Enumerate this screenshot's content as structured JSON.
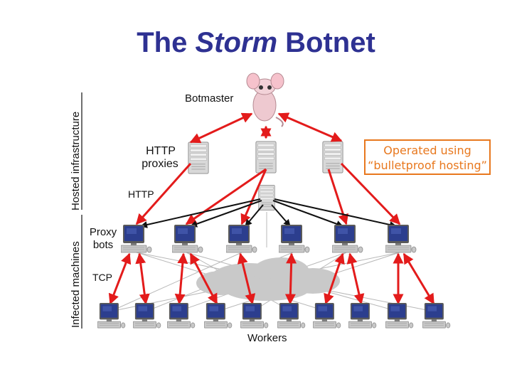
{
  "title": {
    "prefix": "The",
    "italic": "Storm",
    "suffix": "Botnet"
  },
  "labels": {
    "botmaster": "Botmaster",
    "http_proxies_line1": "HTTP",
    "http_proxies_line2": "proxies",
    "http": "HTTP",
    "proxy_bots_line1": "Proxy",
    "proxy_bots_line2": "bots",
    "tcp": "TCP",
    "workers": "Workers"
  },
  "side_labels": {
    "hosted": "Hosted infrastructure",
    "infected": "Infected machines"
  },
  "callout": {
    "line1": "Operated using",
    "line2": "“bulletproof hosting”"
  },
  "colors": {
    "title": "#2e3192",
    "arrow_red": "#e31b1b",
    "arrow_black": "#111111",
    "callout": "#e8781e",
    "cloud": "#c9c9c9",
    "mesh": "#b8b8b8"
  },
  "icons": {
    "botmaster": "pinky-mouse-icon",
    "server": "server-tower-icon",
    "proxy_bot": "desktop-computer-icon",
    "worker": "desktop-computer-icon",
    "network": "cloud-icon"
  }
}
